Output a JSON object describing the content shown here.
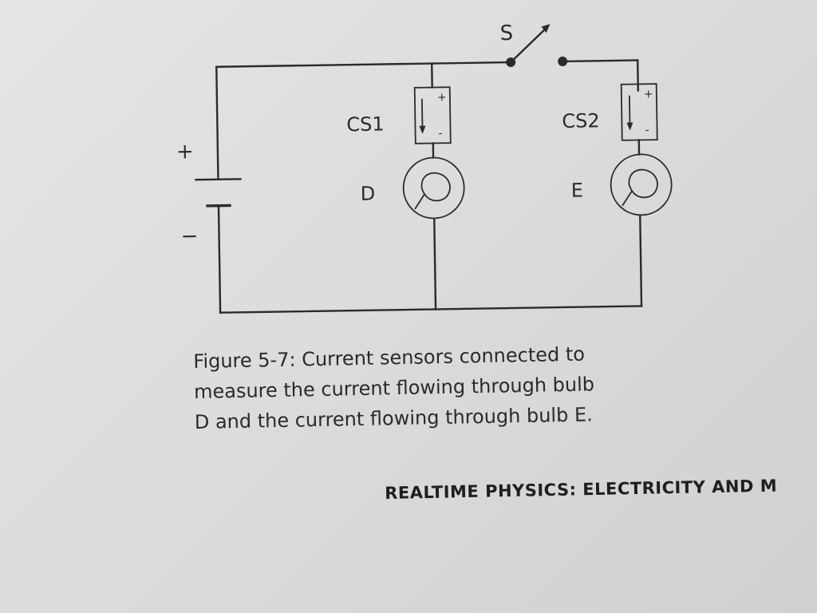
{
  "diagram": {
    "switch_label": "S",
    "sensor1_label": "CS1",
    "sensor2_label": "CS2",
    "bulb1_label": "D",
    "bulb2_label": "E",
    "battery_plus": "+",
    "battery_minus": "−",
    "sensor_plus": "+",
    "sensor_minus": "-"
  },
  "caption": {
    "line1": "Figure 5-7: Current sensors connected to",
    "line2": "measure the current flowing through bulb",
    "line3": "D and the current flowing through bulb E."
  },
  "footer": {
    "running_head": "REALTIME PHYSICS: ELECTRICITY AND M"
  },
  "colors": {
    "ink": "#2a2a2c",
    "paper": "#dedfe0"
  }
}
